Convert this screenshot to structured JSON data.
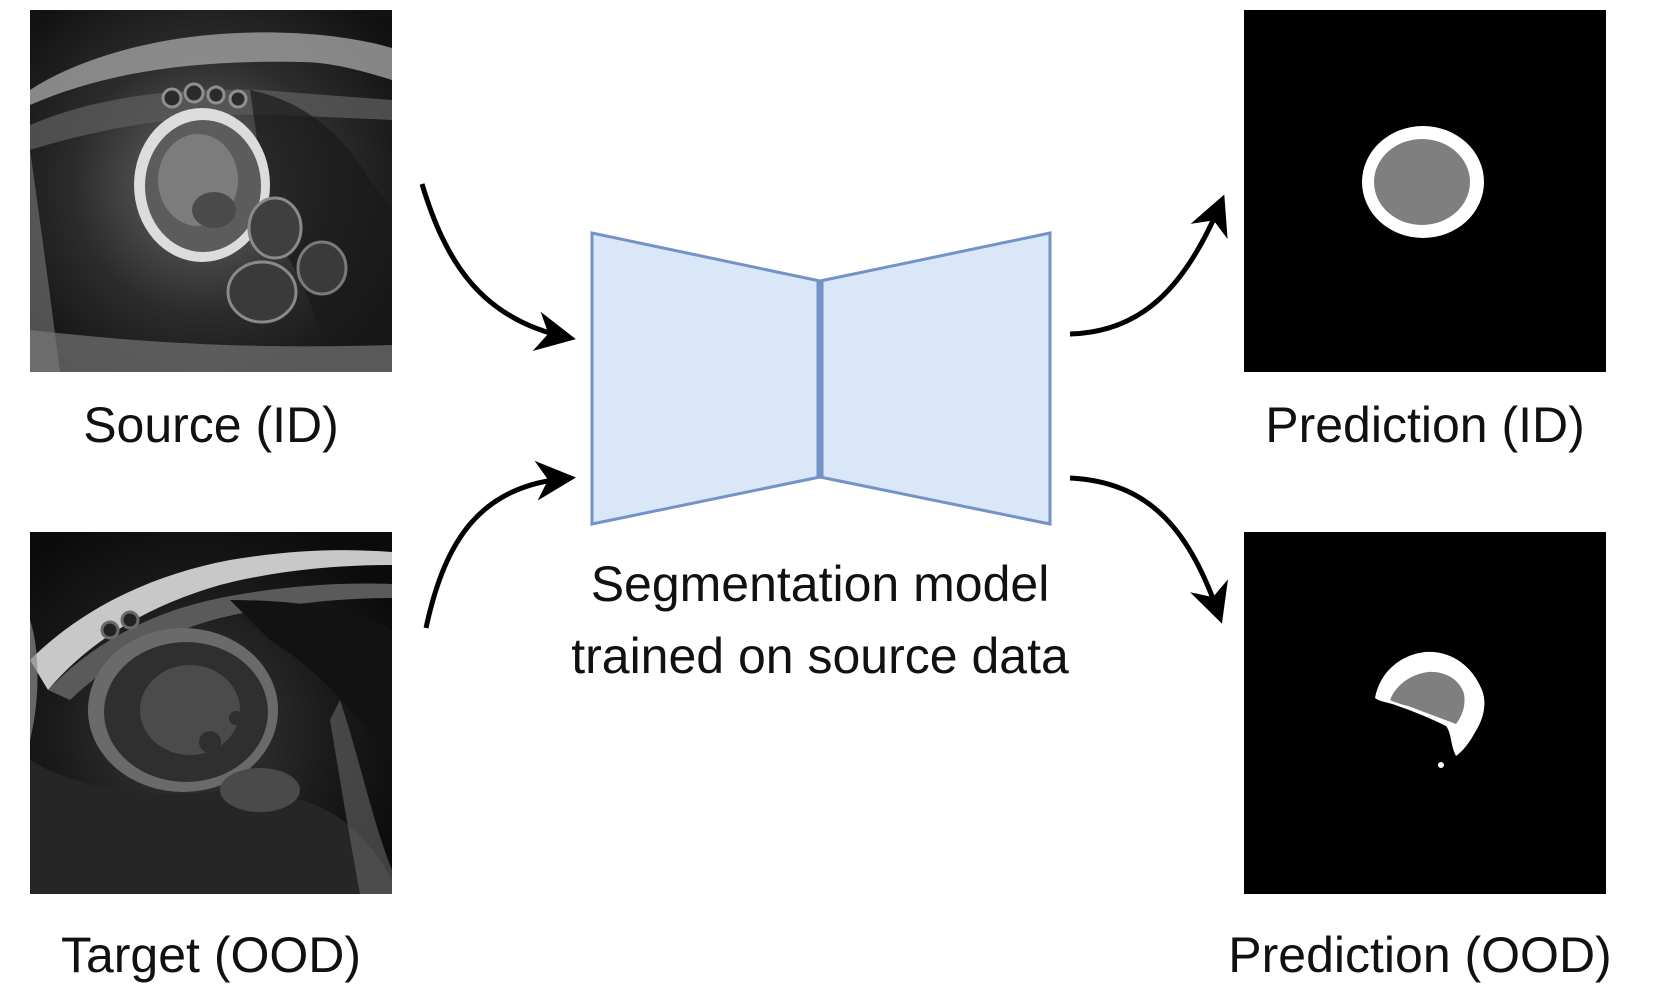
{
  "labels": {
    "source": "Source (ID)",
    "target": "Target (OOD)",
    "prediction_id": "Prediction (ID)",
    "prediction_ood": "Prediction (OOD)",
    "model_line1": "Segmentation model",
    "model_line2": "trained on source data"
  },
  "colors": {
    "model_fill": "#d9e7f8",
    "model_stroke": "#7392c6",
    "arrow": "#000000",
    "mask_outer": "#ffffff",
    "mask_inner": "#7f7f7f",
    "background_panel": "#000000"
  },
  "images": {
    "source": "cardiac-mri-bright",
    "target": "cardiac-mri-dark",
    "prediction_id": "segmentation-mask-round",
    "prediction_ood": "segmentation-mask-irregular"
  }
}
